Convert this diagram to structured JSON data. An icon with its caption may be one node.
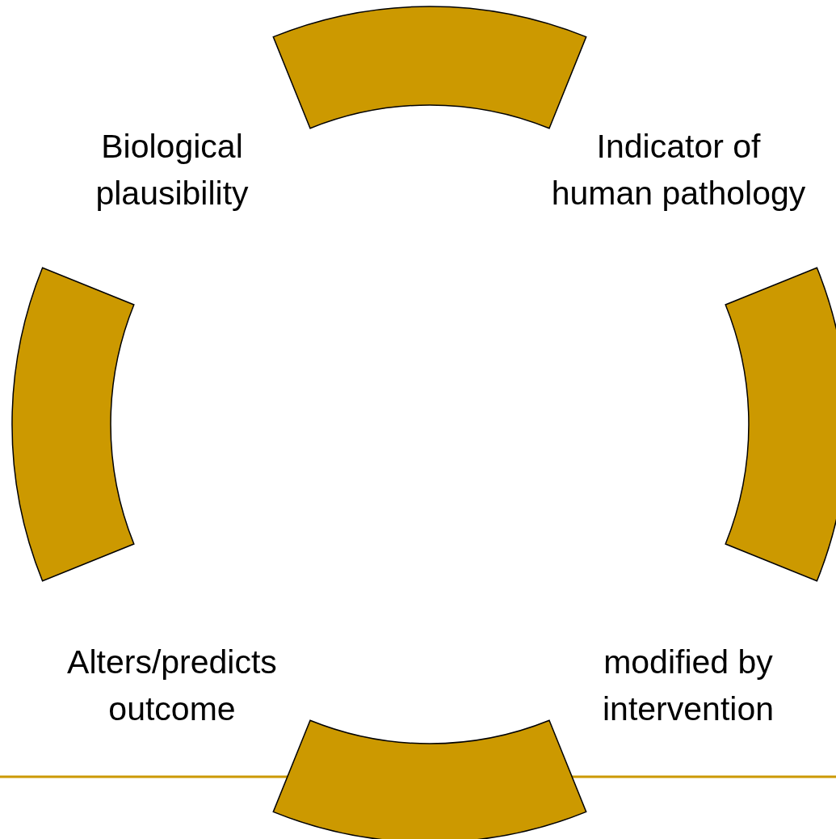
{
  "diagram": {
    "nodes": [
      {
        "text": [],
        "shape": "arc"
      },
      {
        "text": [],
        "shape": "arc"
      },
      {
        "text": [],
        "shape": "arc"
      },
      {
        "text": [],
        "shape": "arc"
      }
    ],
    "labels": [
      "Biological plausibility",
      "Indicator of human pathology",
      "Alters/predicts outcome",
      "modified by intervention"
    ]
  }
}
